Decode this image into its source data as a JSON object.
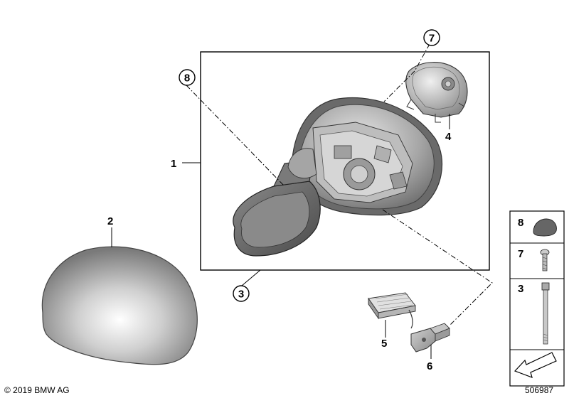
{
  "callouts": {
    "c1": "1",
    "c2": "2",
    "c3": "3",
    "c4": "4",
    "c5": "5",
    "c6": "6",
    "c7": "7",
    "c8": "8"
  },
  "legend": {
    "row8": "8",
    "row7": "7",
    "row3": "3"
  },
  "footer": {
    "copyright": "© 2019 BMW AG",
    "diagram_id": "506987"
  },
  "colors": {
    "part_light": "#e6e6e6",
    "part_mid": "#a8a8a8",
    "part_dark": "#5a5a5a",
    "outline": "#3a3a3a"
  },
  "icons": {
    "legend_arrow": "direction-arrow-icon"
  }
}
